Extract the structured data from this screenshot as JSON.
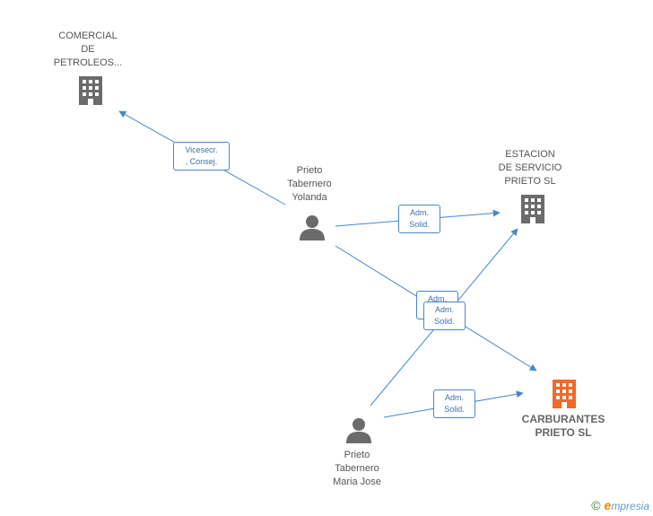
{
  "nodes": {
    "comercial": {
      "label": "COMERCIAL\nDE\nPETROLEOS...",
      "icon": "building-icon",
      "color": "#6b6b6b"
    },
    "estacion": {
      "label": "ESTACION\nDE SERVICIO\nPRIETO SL",
      "icon": "building-icon",
      "color": "#6b6b6b"
    },
    "carburantes": {
      "label": "CARBURANTES\nPRIETO SL",
      "icon": "building-icon",
      "color": "#f06a2a"
    },
    "yolanda": {
      "label": "Prieto\nTabernero\nYolanda",
      "icon": "person-icon",
      "color": "#6b6b6b"
    },
    "mariajose": {
      "label": "Prieto\nTabernero\nMaria Jose",
      "icon": "person-icon",
      "color": "#6b6b6b"
    }
  },
  "edges": {
    "e1": {
      "label": "Vicesecr.\n, Consej."
    },
    "e2": {
      "label": "Adm.\nSolid."
    },
    "e3": {
      "label": "Adm.\nSolid."
    },
    "e4": {
      "label": "Adm.\nSolid."
    },
    "e5": {
      "label": "Adm.\nSolid."
    }
  },
  "colors": {
    "edge": "#4a86c8"
  },
  "brand": {
    "copyright": "©",
    "initial": "e",
    "name": "mpresia"
  }
}
